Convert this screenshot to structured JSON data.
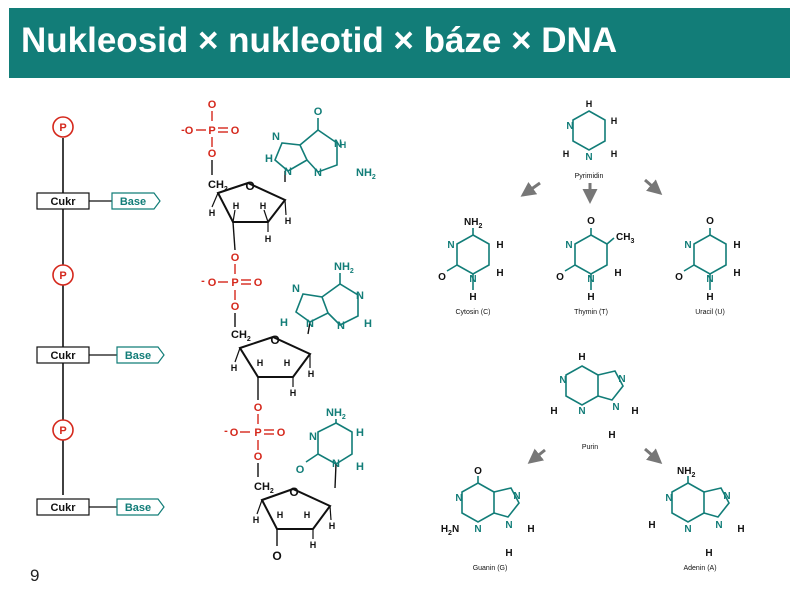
{
  "slide": {
    "title": "Nukleosid × nukleotid × báze × DNA",
    "page_number": "9"
  },
  "colors": {
    "teal": "#127d78",
    "red": "#d5281c",
    "black": "#111111"
  },
  "schematic": {
    "phosphate": "P",
    "sugar": "Cukr",
    "base": "Base"
  },
  "dna_strand": {
    "o": "O",
    "p": "P",
    "minus": "-",
    "ch2": "CH",
    "sub2": "2",
    "h": "H",
    "n": "N",
    "nh2": "NH",
    "h2n": "H",
    "h2n_n": "N"
  },
  "bases": {
    "pyrimidine": "Pyrimidin",
    "cytosine": "Cytosin (C)",
    "thymine": "Thymin (T)",
    "uracil": "Uracil (U)",
    "purine": "Purin",
    "guanine": "Guanin (G)",
    "adenine": "Adenin (A)",
    "ch3": "CH",
    "sub3": "3"
  }
}
